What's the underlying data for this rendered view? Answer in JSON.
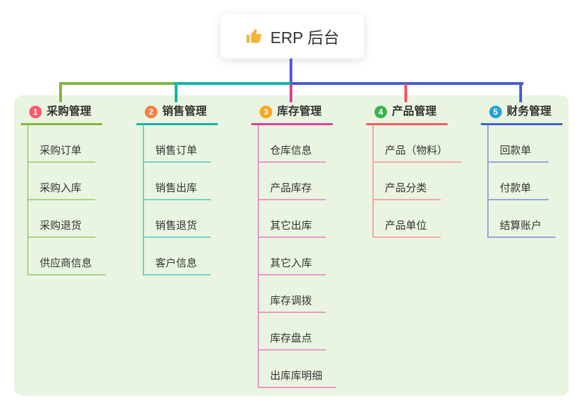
{
  "root": {
    "icon": "thumbs-up-icon",
    "icon_color": "#f2b636",
    "label": "ERP 后台"
  },
  "connector": {
    "trunk_color": "#4c5bd4"
  },
  "panel_color": "#e9f5e1",
  "branches": [
    {
      "number": "1",
      "title": "采购管理",
      "badge_color": "#f5596b",
      "accent_color": "#7eb73f",
      "child_line_color": "#a9d285",
      "children": [
        "采购订单",
        "采购入库",
        "采购退货",
        "供应商信息"
      ]
    },
    {
      "number": "2",
      "title": "销售管理",
      "badge_color": "#f87c44",
      "accent_color": "#12b5a5",
      "child_line_color": "#74d2c5",
      "children": [
        "销售订单",
        "销售出库",
        "销售退货",
        "客户信息"
      ]
    },
    {
      "number": "3",
      "title": "库存管理",
      "badge_color": "#fca619",
      "accent_color": "#dd3f9b",
      "child_line_color": "#ee96c8",
      "children": [
        "仓库信息",
        "产品库存",
        "其它出库",
        "其它入库",
        "库存调拨",
        "库存盘点",
        "出库库明细"
      ]
    },
    {
      "number": "4",
      "title": "产品管理",
      "badge_color": "#3fae4d",
      "accent_color": "#f65460",
      "child_line_color": "#f9a3a9",
      "children": [
        "产品（物料）",
        "产品分类",
        "产品单位"
      ]
    },
    {
      "number": "5",
      "title": "财务管理",
      "badge_color": "#23a2d9",
      "accent_color": "#4161cb",
      "child_line_color": "#93a6dd",
      "children": [
        "回款单",
        "付款单",
        "结算账户"
      ]
    }
  ]
}
